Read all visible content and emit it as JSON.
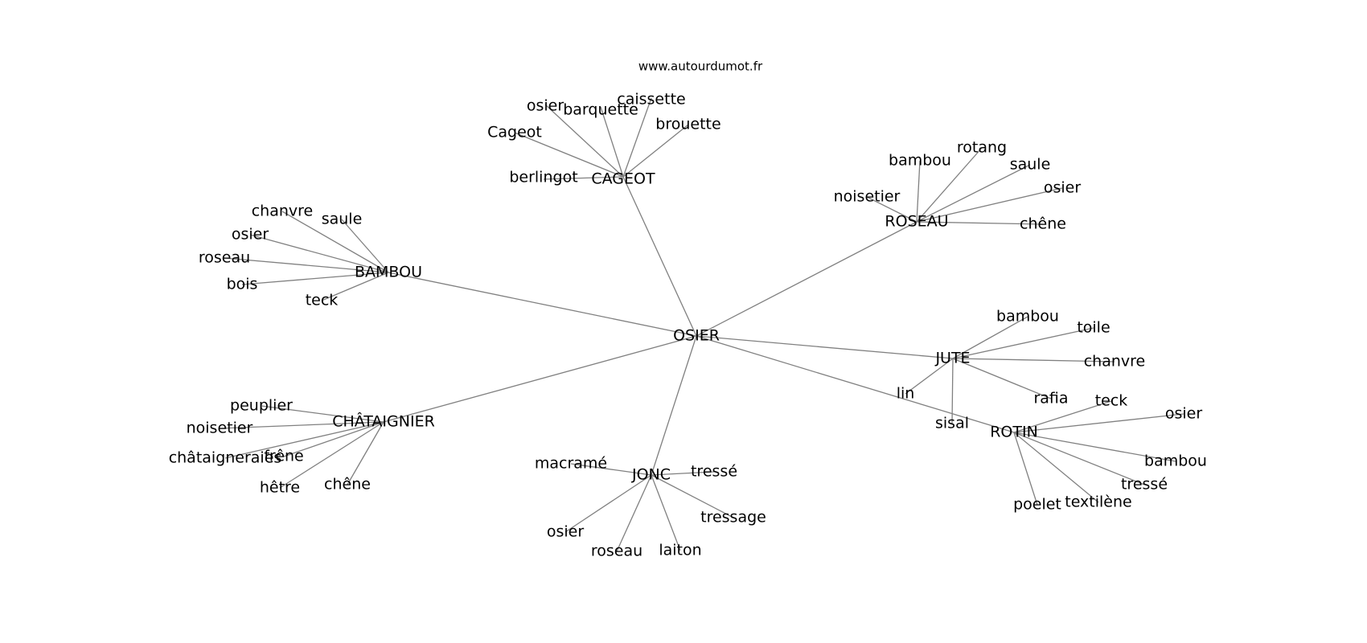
{
  "site": "www.autourdumot.fr",
  "center": "OSIER",
  "clusters": [
    {
      "hub": "CAGEOT",
      "leaves": [
        "osier",
        "barquette",
        "caissette",
        "brouette",
        "Cageot",
        "berlingot"
      ]
    },
    {
      "hub": "ROSEAU",
      "leaves": [
        "bambou",
        "rotang",
        "saule",
        "osier",
        "noisetier",
        "chêne"
      ]
    },
    {
      "hub": "BAMBOU",
      "leaves": [
        "chanvre",
        "saule",
        "osier",
        "roseau",
        "bois",
        "teck"
      ]
    },
    {
      "hub": "JUTE",
      "leaves": [
        "bambou",
        "toile",
        "chanvre",
        "lin",
        "rafia",
        "sisal"
      ]
    },
    {
      "hub": "ROTIN",
      "leaves": [
        "teck",
        "osier",
        "bambou",
        "tressé",
        "textilène",
        "poelet"
      ]
    },
    {
      "hub": "CHÂTAIGNIER",
      "leaves": [
        "peuplier",
        "noisetier",
        "châtaigneraies",
        "frêne",
        "hêtre",
        "chêne"
      ]
    },
    {
      "hub": "JONC",
      "leaves": [
        "macramé",
        "tressé",
        "tressage",
        "osier",
        "roseau",
        "laiton"
      ]
    }
  ]
}
